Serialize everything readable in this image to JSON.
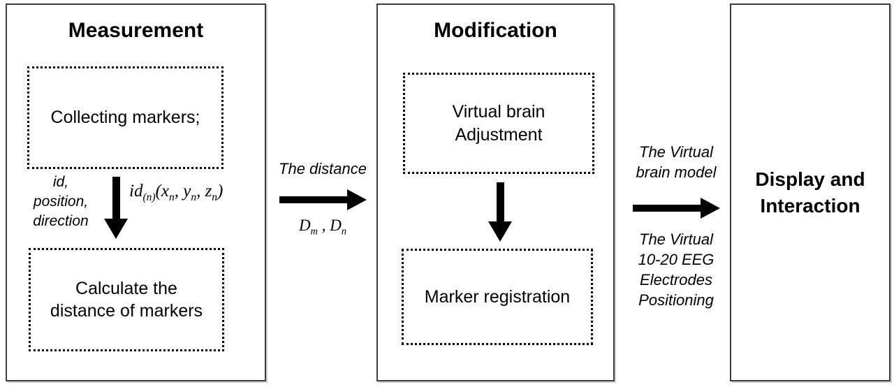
{
  "measurement": {
    "title": "Measurement",
    "collecting_box_label": "Collecting markers;",
    "calculate_box_label": "Calculate the\ndistance of markers",
    "marker_attributes_label": "id,\nposition,\ndirection",
    "formula": {
      "base": "id",
      "sub_index": "(n)",
      "args_open_x": "(x",
      "sub_x": "n",
      "args_y": ", y",
      "sub_y": "n",
      "args_z": ", z",
      "sub_z": "n",
      "close": ")"
    }
  },
  "flow_measure_to_modify": {
    "top_label": "The distance",
    "formula": {
      "d1": "D",
      "sub1": "m",
      "sep": " , ",
      "d2": "D",
      "sub2": "n"
    }
  },
  "modification": {
    "title": "Modification",
    "adjustment_box_label": "Virtual brain\nAdjustment",
    "registration_box_label": "Marker registration"
  },
  "flow_modify_to_display": {
    "top_label": "The Virtual\nbrain model",
    "bottom_label": "The Virtual\n10-20 EEG\nElectrodes\nPositioning"
  },
  "display": {
    "title": "Display and\nInteraction"
  },
  "colors": {
    "ink": "#000000",
    "panel_border": "#3d3d3d",
    "background": "#ffffff"
  }
}
